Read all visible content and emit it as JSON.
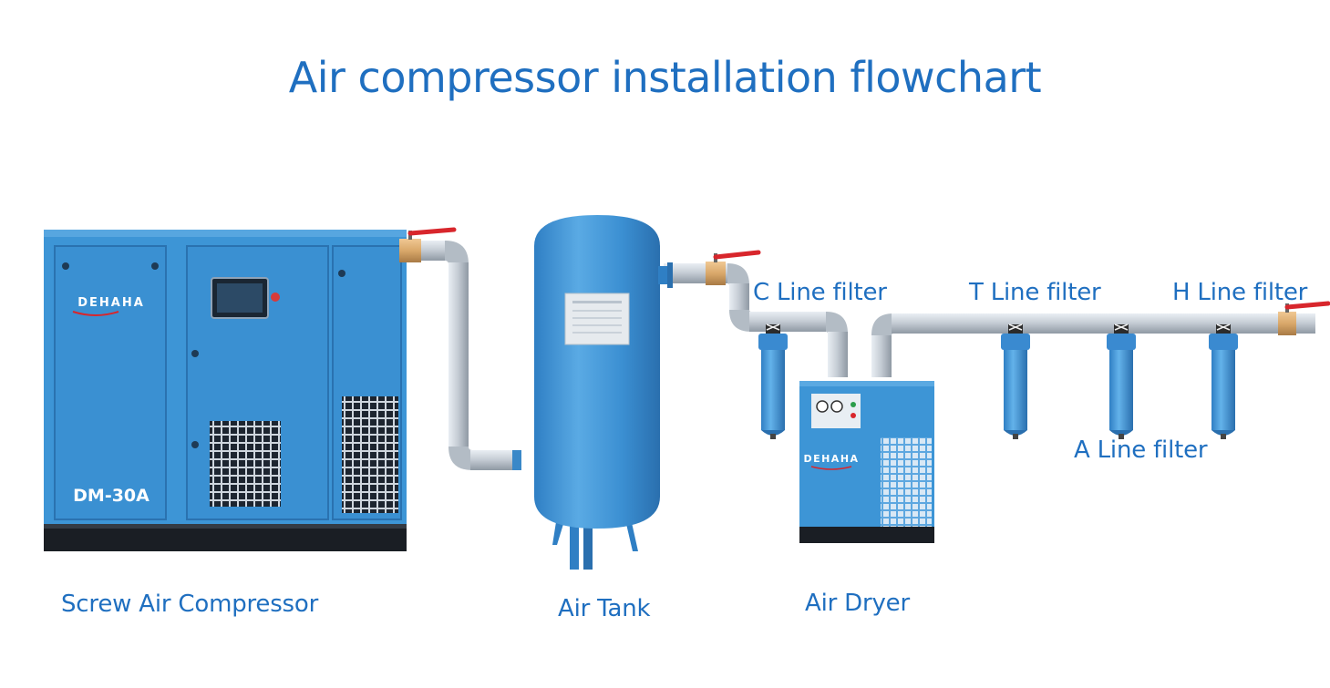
{
  "title": "Air compressor installation flowchart",
  "labels": {
    "compressor": "Screw Air Compressor",
    "tank": "Air Tank",
    "dryer": "Air Dryer",
    "c_filter": "C Line filter",
    "t_filter": "T Line filter",
    "a_filter": "A Line filter",
    "h_filter": "H Line filter"
  },
  "compressor": {
    "brand": "DEHAHA",
    "model": "DM-30A"
  },
  "dryer": {
    "brand": "DEHAHA"
  },
  "colors": {
    "title": "#1f6fc0",
    "equipment_blue": "#3d95d6",
    "pipe_grey": "#c3cbd3",
    "valve_handle": "#d8262c",
    "brass_fitting": "#d9a86a"
  }
}
